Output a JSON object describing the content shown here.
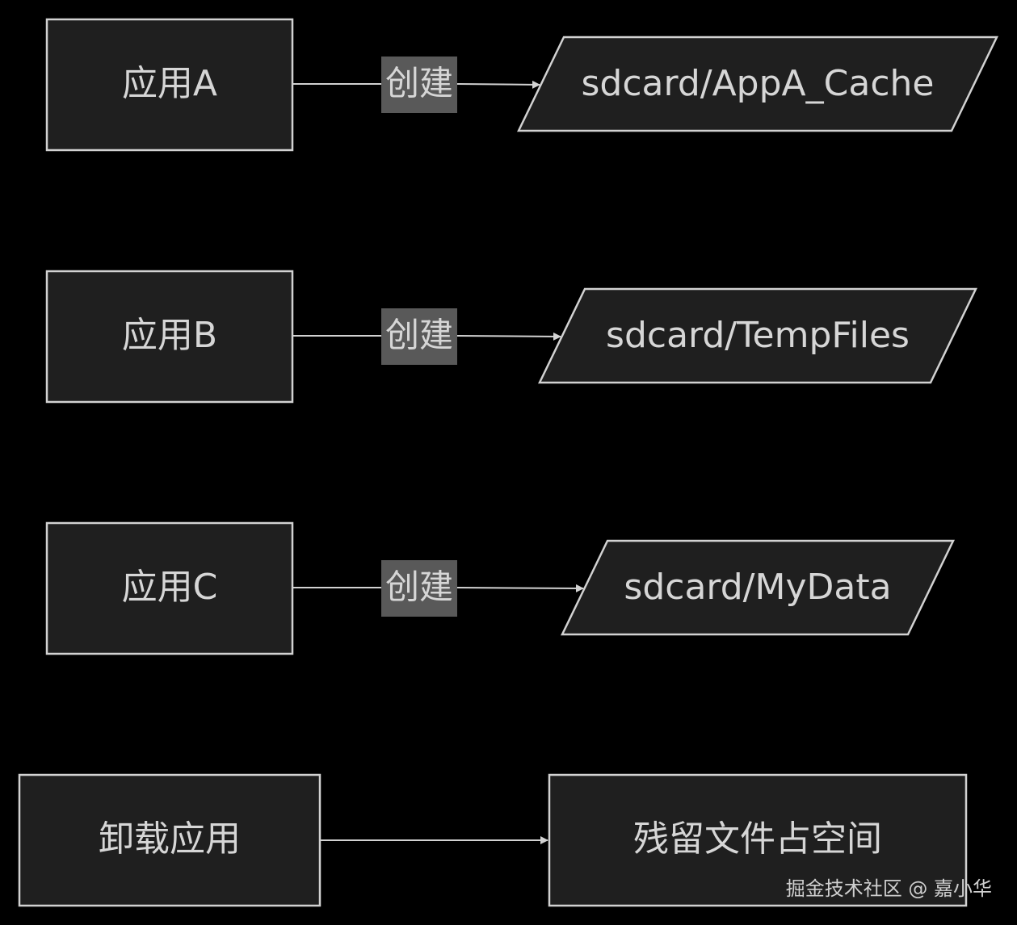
{
  "diagram": {
    "colors": {
      "background": "#000000",
      "node_fill": "#1f1f1f",
      "node_stroke": "#d2d2d2",
      "text": "#d6d6d6",
      "edge": "#d2d2d2",
      "edge_label_bg": "#595959"
    },
    "nodes": {
      "app_a": "应用A",
      "app_b": "应用B",
      "app_c": "应用C",
      "uninstall": "卸载应用",
      "dir_a": "sdcard/AppA_Cache",
      "dir_b": "sdcard/TempFiles",
      "dir_c": "sdcard/MyData",
      "residual": "残留文件占空间"
    },
    "edges": {
      "create_a": "创建",
      "create_b": "创建",
      "create_c": "创建"
    }
  },
  "watermark": "掘金技术社区 @ 嘉小华"
}
